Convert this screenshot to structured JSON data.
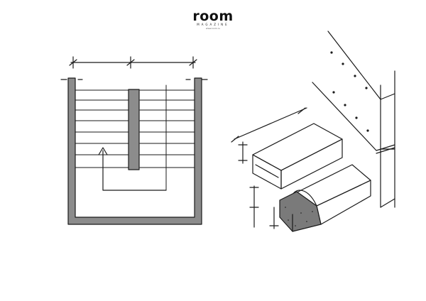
{
  "logo": {
    "wordmark": "room",
    "subtitle": "MAGAZINE",
    "url": "www.room.ru"
  },
  "colors": {
    "ink": "#1a1a1a",
    "wall_fill": "#8c8c8c",
    "concrete_fill": "#7a7a7a",
    "paper": "#ffffff"
  }
}
